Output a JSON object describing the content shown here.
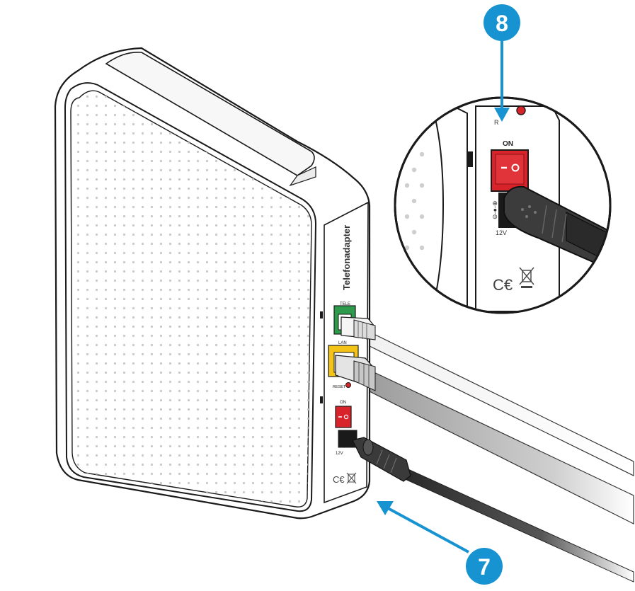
{
  "device": {
    "brand_label": "Telefonadapter",
    "ports": {
      "tele_label": "TELE",
      "lan_label": "LAN",
      "reset_label": "RESET",
      "switch_label": "ON",
      "power_label": "12V"
    }
  },
  "zoom": {
    "switch_label": "ON",
    "reset_label": "R",
    "power_label": "12V"
  },
  "callouts": [
    {
      "number": "8"
    },
    {
      "number": "7"
    }
  ],
  "colors": {
    "callout": "#1793d1",
    "switch_red": "#d8232a",
    "tele_port": "#2e9a4b",
    "lan_port": "#f3c318",
    "outline": "#1a1a1a"
  },
  "icons": {
    "ce_mark": "ce-mark-icon",
    "weee": "weee-bin-icon"
  }
}
